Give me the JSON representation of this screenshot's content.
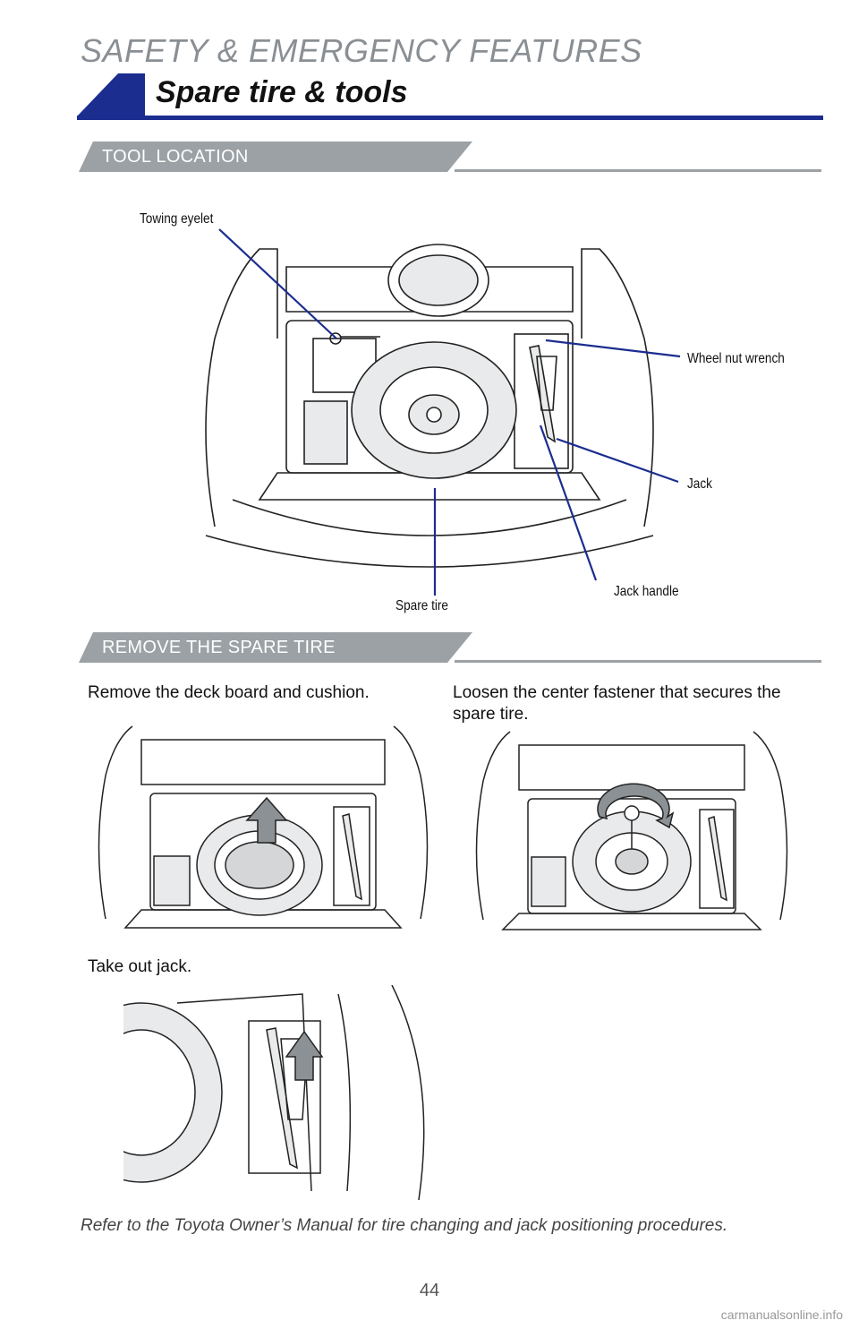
{
  "header": {
    "section": "SAFETY & EMERGENCY FEATURES",
    "title": "Spare tire & tools"
  },
  "tool_location": {
    "heading": "TOOL LOCATION",
    "callouts": {
      "towing_eyelet": "Towing eyelet",
      "wheel_nut_wrench": "Wheel nut wrench",
      "jack": "Jack",
      "jack_handle": "Jack handle",
      "spare_tire": "Spare tire"
    }
  },
  "remove_spare": {
    "heading": "REMOVE THE SPARE TIRE",
    "step1": "Remove the deck board and cushion.",
    "step2": "Loosen the center fastener that secures the spare tire.",
    "step3": "Take out jack."
  },
  "footnote": "Refer to the Toyota Owner’s Manual for tire changing and jack positioning procedures.",
  "page_number": "44",
  "watermark": "carmanualsonline.info",
  "colors": {
    "accent_blue": "#1b2d8f",
    "subhead_gray": "#9ba1a5",
    "illustration_fill": "#e9eaeb"
  }
}
